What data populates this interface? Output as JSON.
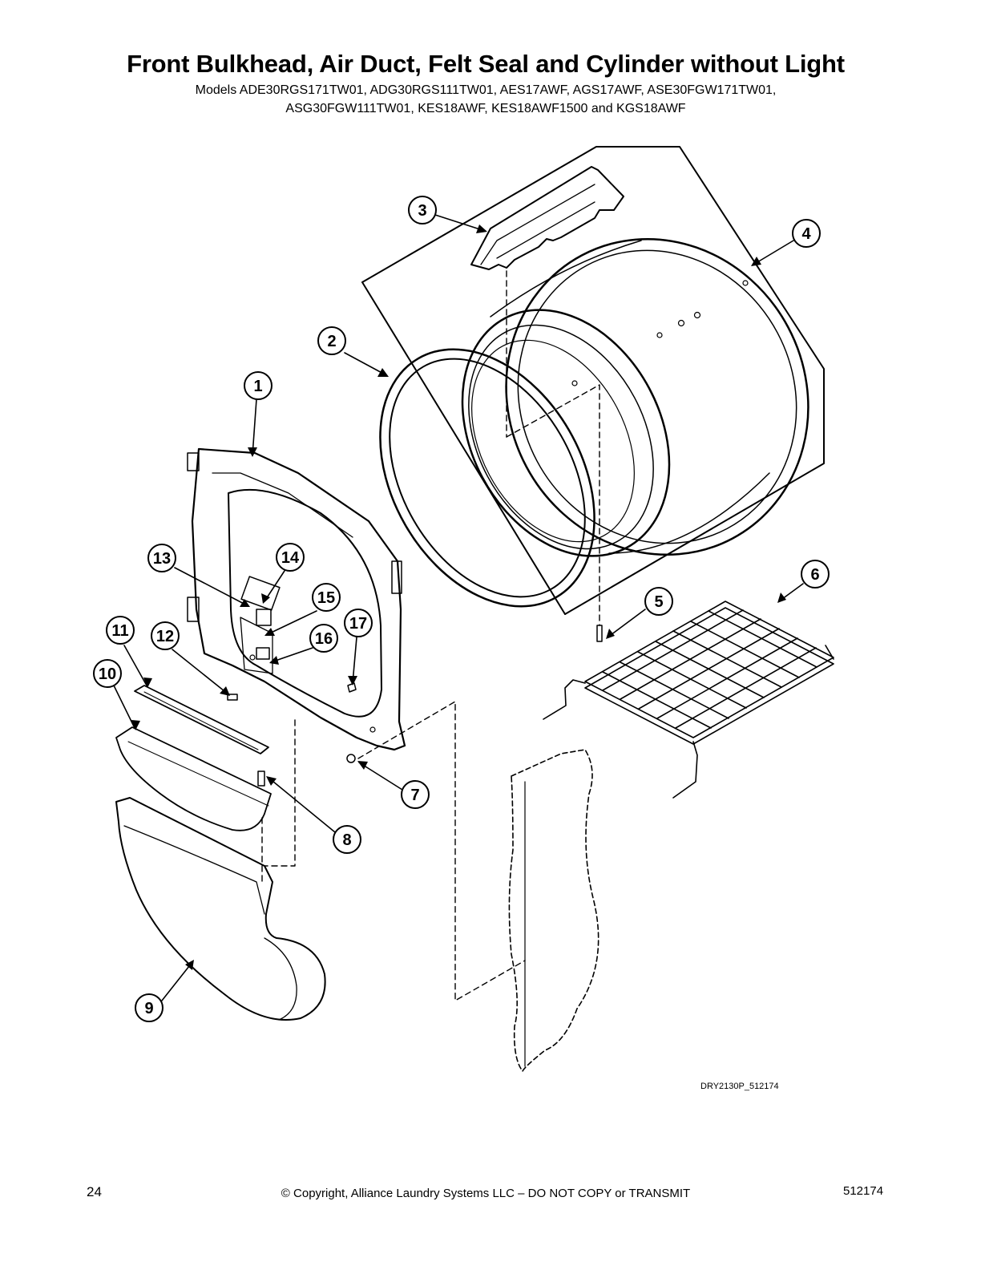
{
  "header": {
    "title": "Front Bulkhead, Air Duct, Felt Seal and Cylinder without Light",
    "models_line1": "Models ADE30RGS171TW01, ADG30RGS111TW01, AES17AWF, AGS17AWF, ASE30FGW171TW01,",
    "models_line2": "ASG30FGW111TW01, KES18AWF, KES18AWF1500 and KGS18AWF"
  },
  "callouts": [
    "1",
    "2",
    "3",
    "4",
    "5",
    "6",
    "7",
    "8",
    "9",
    "10",
    "11",
    "12",
    "13",
    "14",
    "15",
    "16",
    "17"
  ],
  "diagram_code": "DRY2130P_512174",
  "footer": {
    "page_number": "24",
    "copyright": "© Copyright, Alliance Laundry Systems LLC – DO NOT COPY or TRANSMIT",
    "doc_number": "512174"
  }
}
